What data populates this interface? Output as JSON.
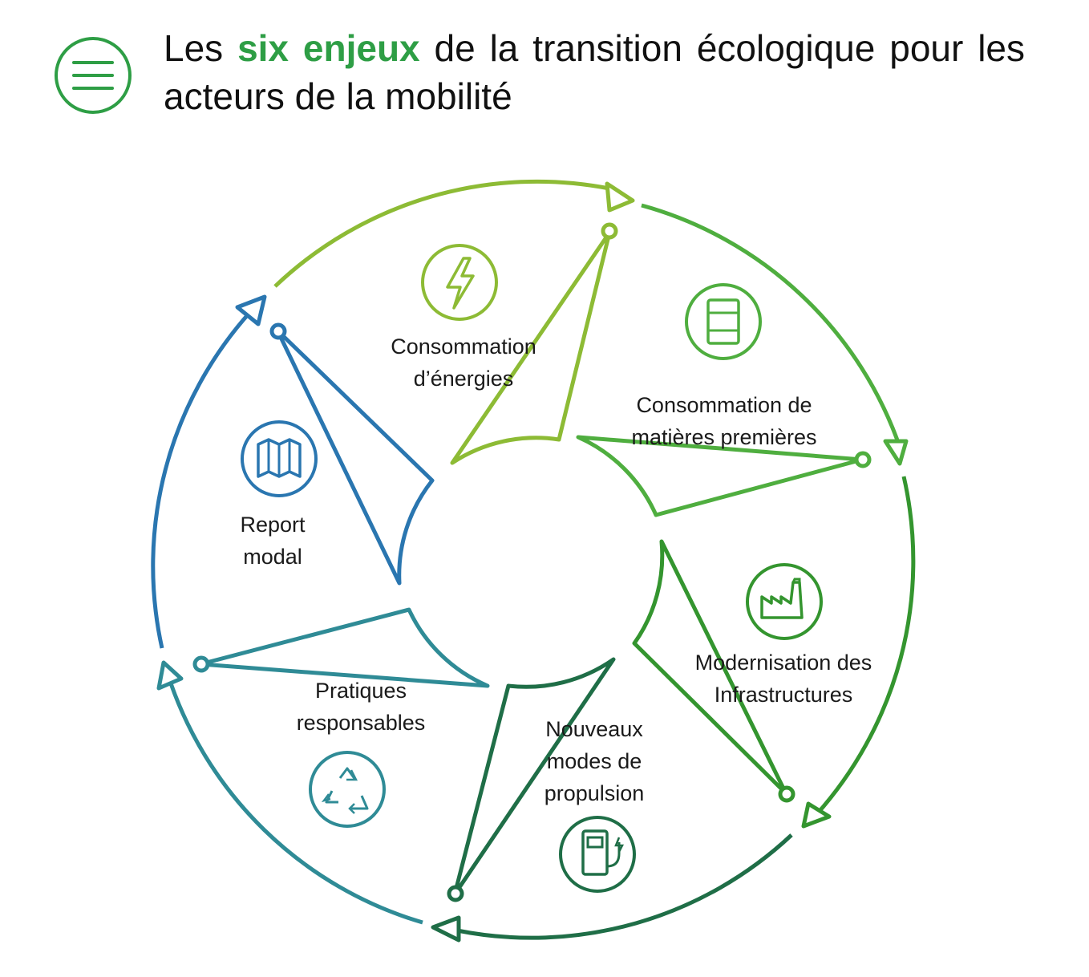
{
  "header": {
    "title_prefix": "Les ",
    "title_accent": "six enjeux",
    "title_suffix": " de la transition écologique pour les acteurs de la mobilité",
    "menu_icon": "hamburger-menu-icon",
    "accent_color": "#2e9e45"
  },
  "segments": [
    {
      "id": "energie",
      "lines": [
        "Consommation",
        "d’énergies"
      ],
      "icon": "lightning-bolt-icon",
      "color": "#8dbb35"
    },
    {
      "id": "matieres",
      "lines": [
        "Consommation de",
        "matières premières"
      ],
      "icon": "barrel-icon",
      "color": "#4fae3f"
    },
    {
      "id": "infra",
      "lines": [
        "Modernisation des",
        "Infrastructures"
      ],
      "icon": "factory-icon",
      "color": "#34952f"
    },
    {
      "id": "propulsion",
      "lines": [
        "Nouveaux",
        "modes de",
        "propulsion"
      ],
      "icon": "charging-station-icon",
      "color": "#1f6e47"
    },
    {
      "id": "pratiques",
      "lines": [
        "Pratiques",
        "responsables"
      ],
      "icon": "recycle-icon",
      "color": "#2f8b96"
    },
    {
      "id": "report",
      "lines": [
        "Report",
        "modal"
      ],
      "icon": "map-icon",
      "color": "#2a76b0"
    }
  ]
}
